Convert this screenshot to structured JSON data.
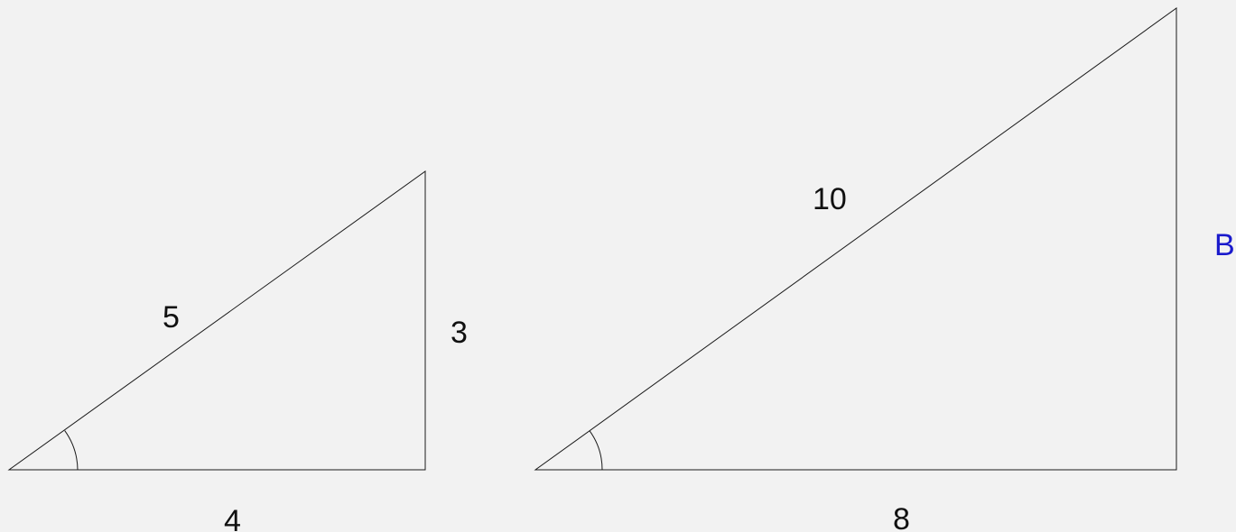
{
  "colors": {
    "background": "#f2f2f2",
    "stroke": "#1a1a1a",
    "text": "#111111",
    "accent_label": "#1a1acc"
  },
  "triangle_small": {
    "hypotenuse_label": "5",
    "vertical_leg_label": "3",
    "base_label": "4"
  },
  "triangle_large": {
    "hypotenuse_label": "10",
    "base_label": "8",
    "vertical_leg_label": "B"
  }
}
